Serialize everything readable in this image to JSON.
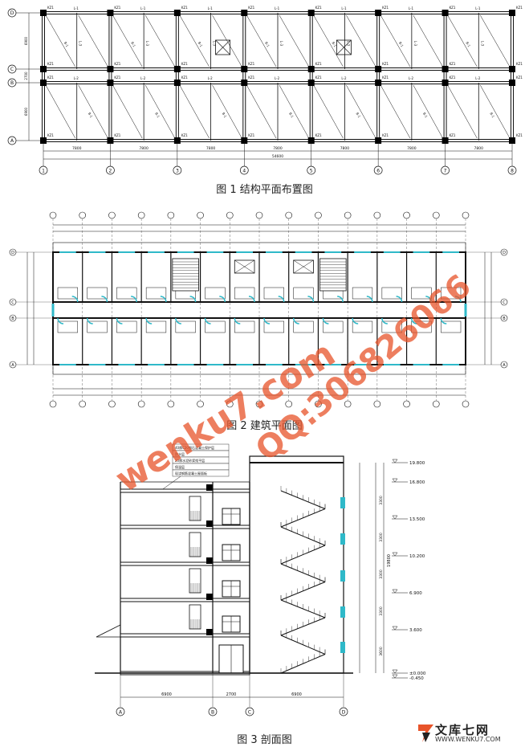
{
  "figure1": {
    "caption": "图 1  结构平面布置图",
    "axis_numbers": [
      "1",
      "2",
      "3",
      "4",
      "5",
      "6",
      "7",
      "8"
    ],
    "axis_letters": [
      "D",
      "C",
      "B",
      "A"
    ],
    "bay_dims": [
      "7800",
      "7800",
      "7800",
      "7800",
      "7800",
      "7800",
      "7800"
    ],
    "total_dim": "54600",
    "col_label": "KZ1",
    "beam_labels": [
      "L-1",
      "L-2",
      "L-3"
    ],
    "slab_label": "B-1",
    "left_dims": [
      "6900",
      "2700",
      "6900"
    ]
  },
  "figure2": {
    "caption": "图 2  建筑平面图",
    "axis_letters": [
      "D",
      "C",
      "B",
      "A"
    ]
  },
  "figure3": {
    "caption": "图 3  剖面图",
    "bottom_dims": [
      "6900",
      "2700",
      "6900"
    ],
    "axis_letters": [
      "A",
      "B",
      "C",
      "D"
    ],
    "elevations": [
      "19.800",
      "16.800",
      "13.500",
      "10.200",
      "6.900",
      "3.600",
      "±0.000",
      "-0.450"
    ],
    "story_dims": [
      "3300",
      "3300",
      "3300",
      "3300",
      "3600"
    ],
    "total_height": "19800",
    "legend_lines": [
      "40厚C20细石混凝土保护层",
      "防水层",
      "20厚水泥砂浆找平层",
      "保温层",
      "现浇钢筋混凝土屋面板"
    ]
  },
  "watermark": {
    "site": "wenku7.com",
    "qq": "QQ:306826066"
  },
  "logo": {
    "brand": "文库七网",
    "url": "WWW.WENKU7.COM"
  },
  "colors": {
    "line": "#111111",
    "accent": "#2fb9c9",
    "watermark": "#e8542a"
  }
}
